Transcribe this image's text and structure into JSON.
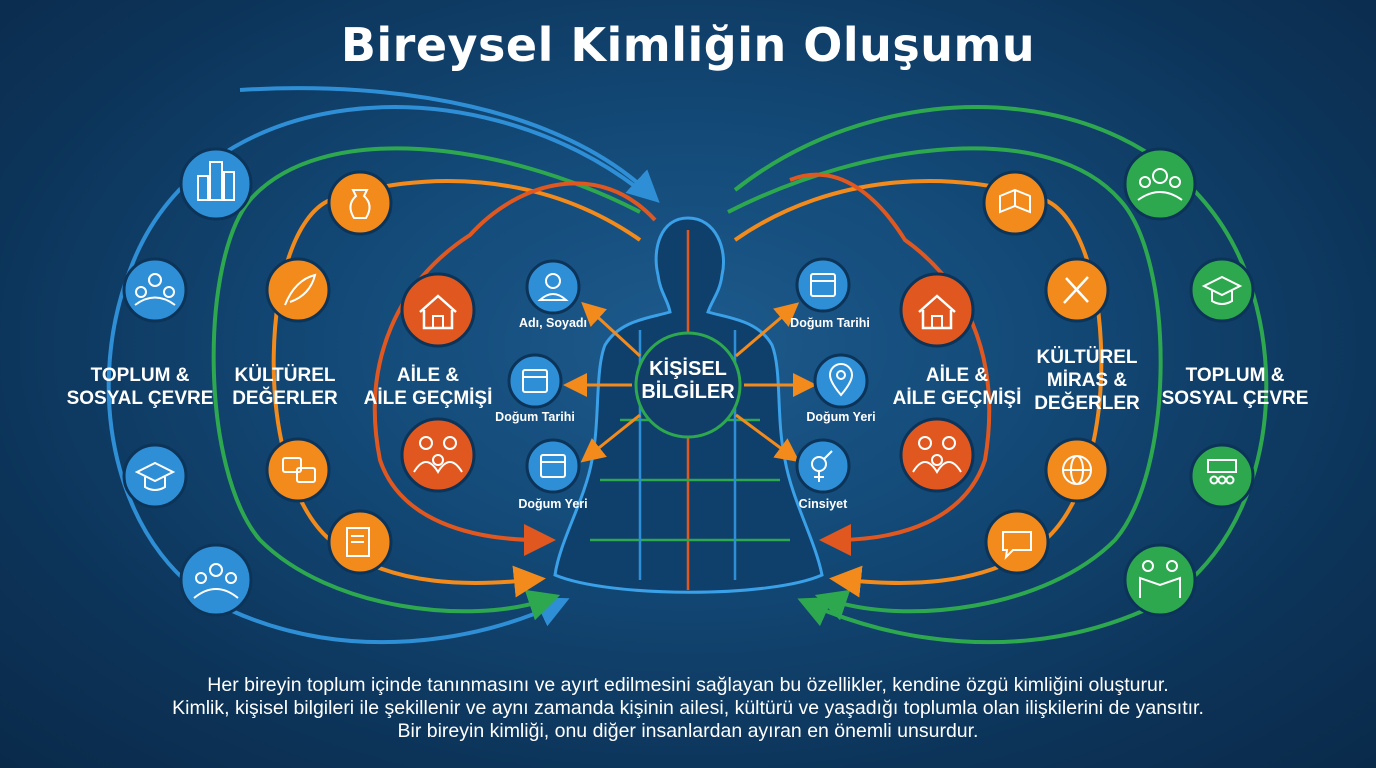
{
  "title": "Bireysel Kimliğin Oluşumu",
  "center": {
    "line1": "KİŞİSEL",
    "line2": "BİLGİLER"
  },
  "left_labels": {
    "society": {
      "line1": "TOPLUM &",
      "line2": "SOSYAL ÇEVRE"
    },
    "culture": {
      "line1": "KÜLTÜREL",
      "line2": "DEĞERLER"
    },
    "family": {
      "line1": "AİLE &",
      "line2": "AİLE GEÇMİŞİ"
    }
  },
  "right_labels": {
    "family": {
      "line1": "AİLE &",
      "line2": "AİLE GEÇMİŞİ"
    },
    "culture": {
      "line1": "KÜLTÜREL",
      "line2": "MİRAS &",
      "line3": "DEĞERLER"
    },
    "society": {
      "line1": "TOPLUM &",
      "line2": "SOSYAL ÇEVRE"
    }
  },
  "inner_items": {
    "name": "Adı, Soyadı",
    "birth_date_left": "Doğum Tarihi",
    "birth_place_left": "Doğum Yeri",
    "birth_date_right": "Doğum Tarihi",
    "birth_place_right": "Doğum Yeri",
    "gender": "Cinsiyet"
  },
  "caption": {
    "line1": "Her bireyin toplum içinde tanınmasını ve ayırt edilmesini sağlayan bu özellikler, kendine özgü kimliğini oluşturur.",
    "line2": "Kimlik, kişisel bilgileri ile şekillenir ve aynı zamanda kişinin ailesi, kültürü ve yaşadığı toplumla olan ilişkilerini de yansıtır.",
    "line3": "Bir bireyin kimliği, onu diğer insanlardan ayıran en önemli unsurdur."
  },
  "colors": {
    "blue": "#2f8fd6",
    "green": "#2ea84f",
    "orange_light": "#f28a1c",
    "orange_dark": "#e0581f",
    "background": "#134a78"
  },
  "icons": {
    "left_blue": [
      "buildings-icon",
      "community-icon",
      "graduation-cap-icon",
      "group-icon"
    ],
    "left_green": [
      "vase-icon",
      "feather-icon",
      "translate-icon",
      "document-pen-icon"
    ],
    "left_family": [
      "house-icon",
      "family-icon"
    ],
    "right_family": [
      "house-icon",
      "family-icon"
    ],
    "right_culture": [
      "book-icon",
      "tools-icon",
      "globe-icon",
      "speech-bubble-icon"
    ],
    "right_society": [
      "people-icon",
      "graduation-cap-icon",
      "classroom-icon",
      "handshake-icon"
    ]
  }
}
